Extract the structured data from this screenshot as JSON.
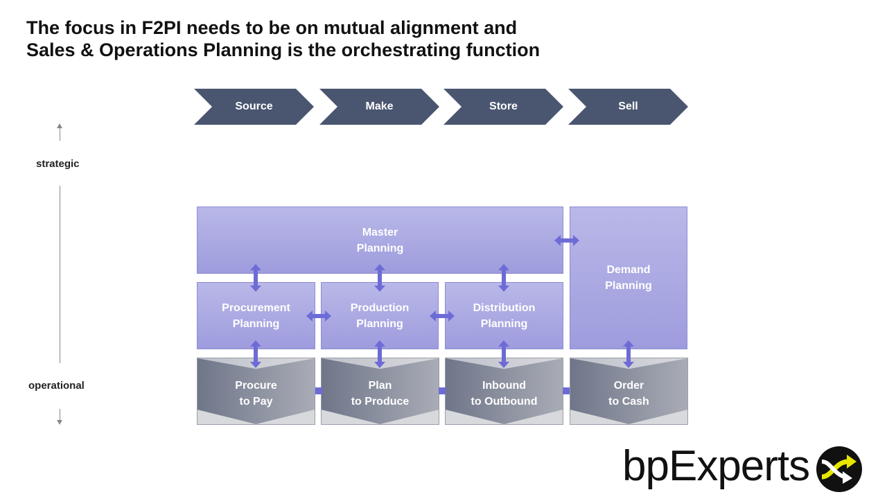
{
  "title": {
    "line1": "The focus in F2PI needs to be on mutual alignment and",
    "line2": "Sales & Operations Planning is the orchestrating function"
  },
  "axis": {
    "top_label": "strategic",
    "bottom_label": "operational"
  },
  "chevrons": [
    "Source",
    "Make",
    "Store",
    "Sell"
  ],
  "planning": {
    "master": [
      "Master",
      "Planning"
    ],
    "demand": [
      "Demand",
      "Planning"
    ],
    "procurement": [
      "Procurement",
      "Planning"
    ],
    "production": [
      "Production",
      "Planning"
    ],
    "distribution": [
      "Distribution",
      "Planning"
    ]
  },
  "processes": [
    [
      "Procure",
      "to Pay"
    ],
    [
      "Plan",
      "to Produce"
    ],
    [
      "Inbound",
      "to Outbound"
    ],
    [
      "Order",
      "to Cash"
    ]
  ],
  "logo": {
    "text": "bpExperts"
  },
  "colors": {
    "chevron": "#4a5670",
    "planning": "#a9a7e2",
    "arrow": "#6d6bd6",
    "process": "#8b90a0",
    "logo_accent": "#e6e600"
  }
}
